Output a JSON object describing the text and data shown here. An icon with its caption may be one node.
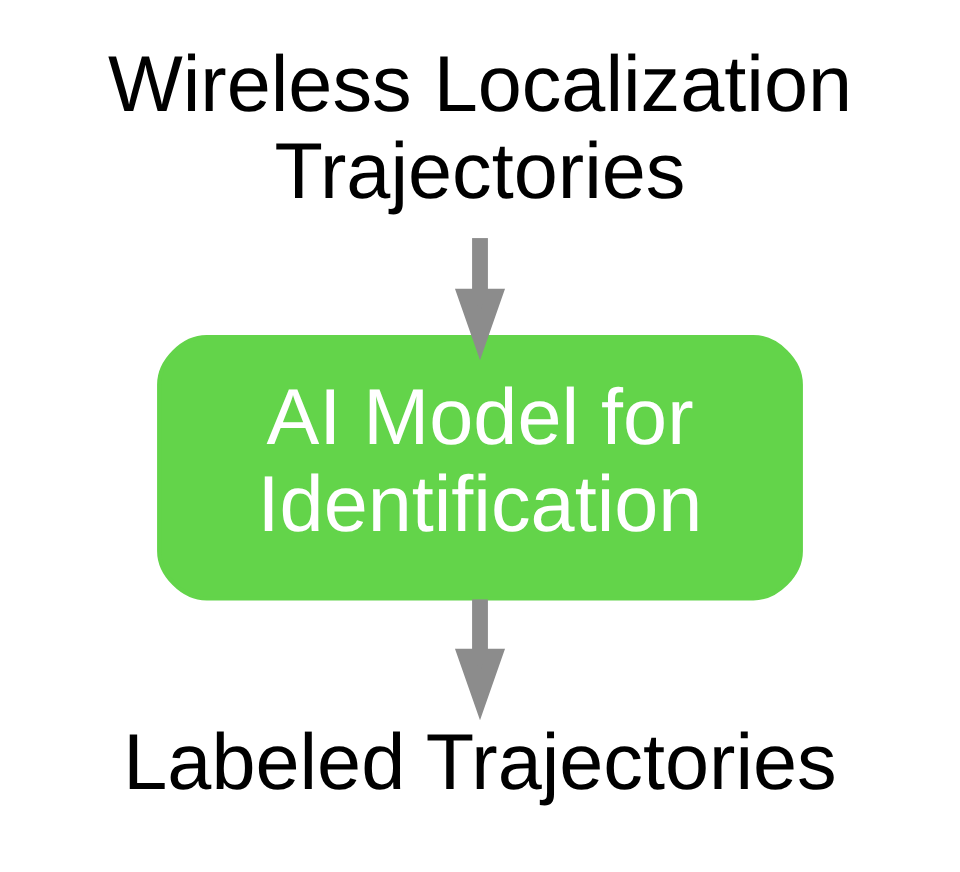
{
  "diagram": {
    "nodes": [
      {
        "text": [
          "Wireless Localization Trajectories"
        ]
      },
      {
        "text": [
          "AI Model for Identification"
        ]
      },
      {
        "text": [
          "Labeled Trajectories"
        ]
      }
    ],
    "edges": [
      {
        "from": 0,
        "to": 1,
        "arrow": "to"
      },
      {
        "from": 1,
        "to": 2,
        "arrow": "to"
      }
    ]
  }
}
